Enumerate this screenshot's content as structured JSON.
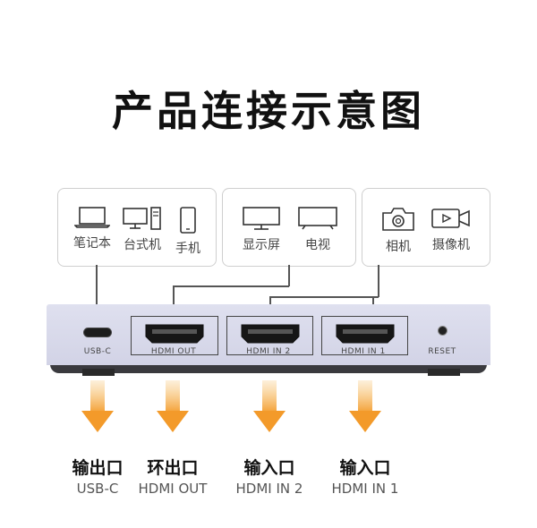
{
  "title": "产品连接示意图",
  "devices": {
    "group1": [
      {
        "label": "笔记本",
        "icon": "laptop-icon"
      },
      {
        "label": "台式机",
        "icon": "desktop-icon"
      },
      {
        "label": "手机",
        "icon": "phone-icon"
      }
    ],
    "group2": [
      {
        "label": "显示屏",
        "icon": "monitor-icon"
      },
      {
        "label": "电视",
        "icon": "tv-icon"
      }
    ],
    "group3": [
      {
        "label": "相机",
        "icon": "camera-icon"
      },
      {
        "label": "摄像机",
        "icon": "video-camera-icon"
      }
    ]
  },
  "ports": {
    "usbc": "USB-C",
    "hdmi_out": "HDMI OUT",
    "hdmi_in2": "HDMI IN 2",
    "hdmi_in1": "HDMI IN 1",
    "reset": "RESET"
  },
  "bottom": [
    {
      "cn": "输出口",
      "en": "USB-C"
    },
    {
      "cn": "环出口",
      "en": "HDMI OUT"
    },
    {
      "cn": "输入口",
      "en": "HDMI IN 2"
    },
    {
      "cn": "输入口",
      "en": "HDMI IN 1"
    }
  ],
  "colors": {
    "arrow": "#f39a2a",
    "panel": "#d6d7ea",
    "line": "#555555"
  }
}
